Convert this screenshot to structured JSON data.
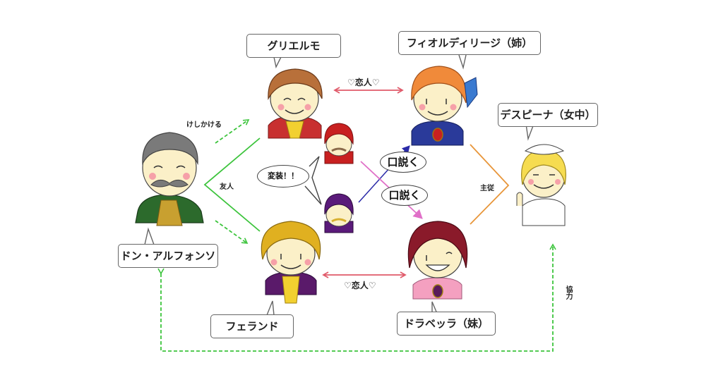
{
  "characters": {
    "alfonso": {
      "name": "ドン・アルフォンソ"
    },
    "guglielmo": {
      "name": "グリエルモ"
    },
    "ferrando": {
      "name": "フェランド"
    },
    "fiordiligi": {
      "name": "フィオルディリージ（姉）"
    },
    "dorabella": {
      "name": "ドラベッラ（妹）"
    },
    "despina": {
      "name": "デスピーナ（女中）"
    }
  },
  "relations": {
    "instigate": "けしかける",
    "friend": "友人",
    "lovers_top": "♡恋人♡",
    "lovers_bottom": "♡恋人♡",
    "disguise": "変装！！",
    "seduce_1": "口説く",
    "seduce_2": "口説く",
    "master_servant": "主従",
    "cooperate": "協力"
  },
  "colors": {
    "green": "#3cc43c",
    "lovers": "#e05a6a",
    "seduce_blue": "#2a2aa8",
    "seduce_pink": "#e070c8",
    "servant": "#e8963a"
  }
}
